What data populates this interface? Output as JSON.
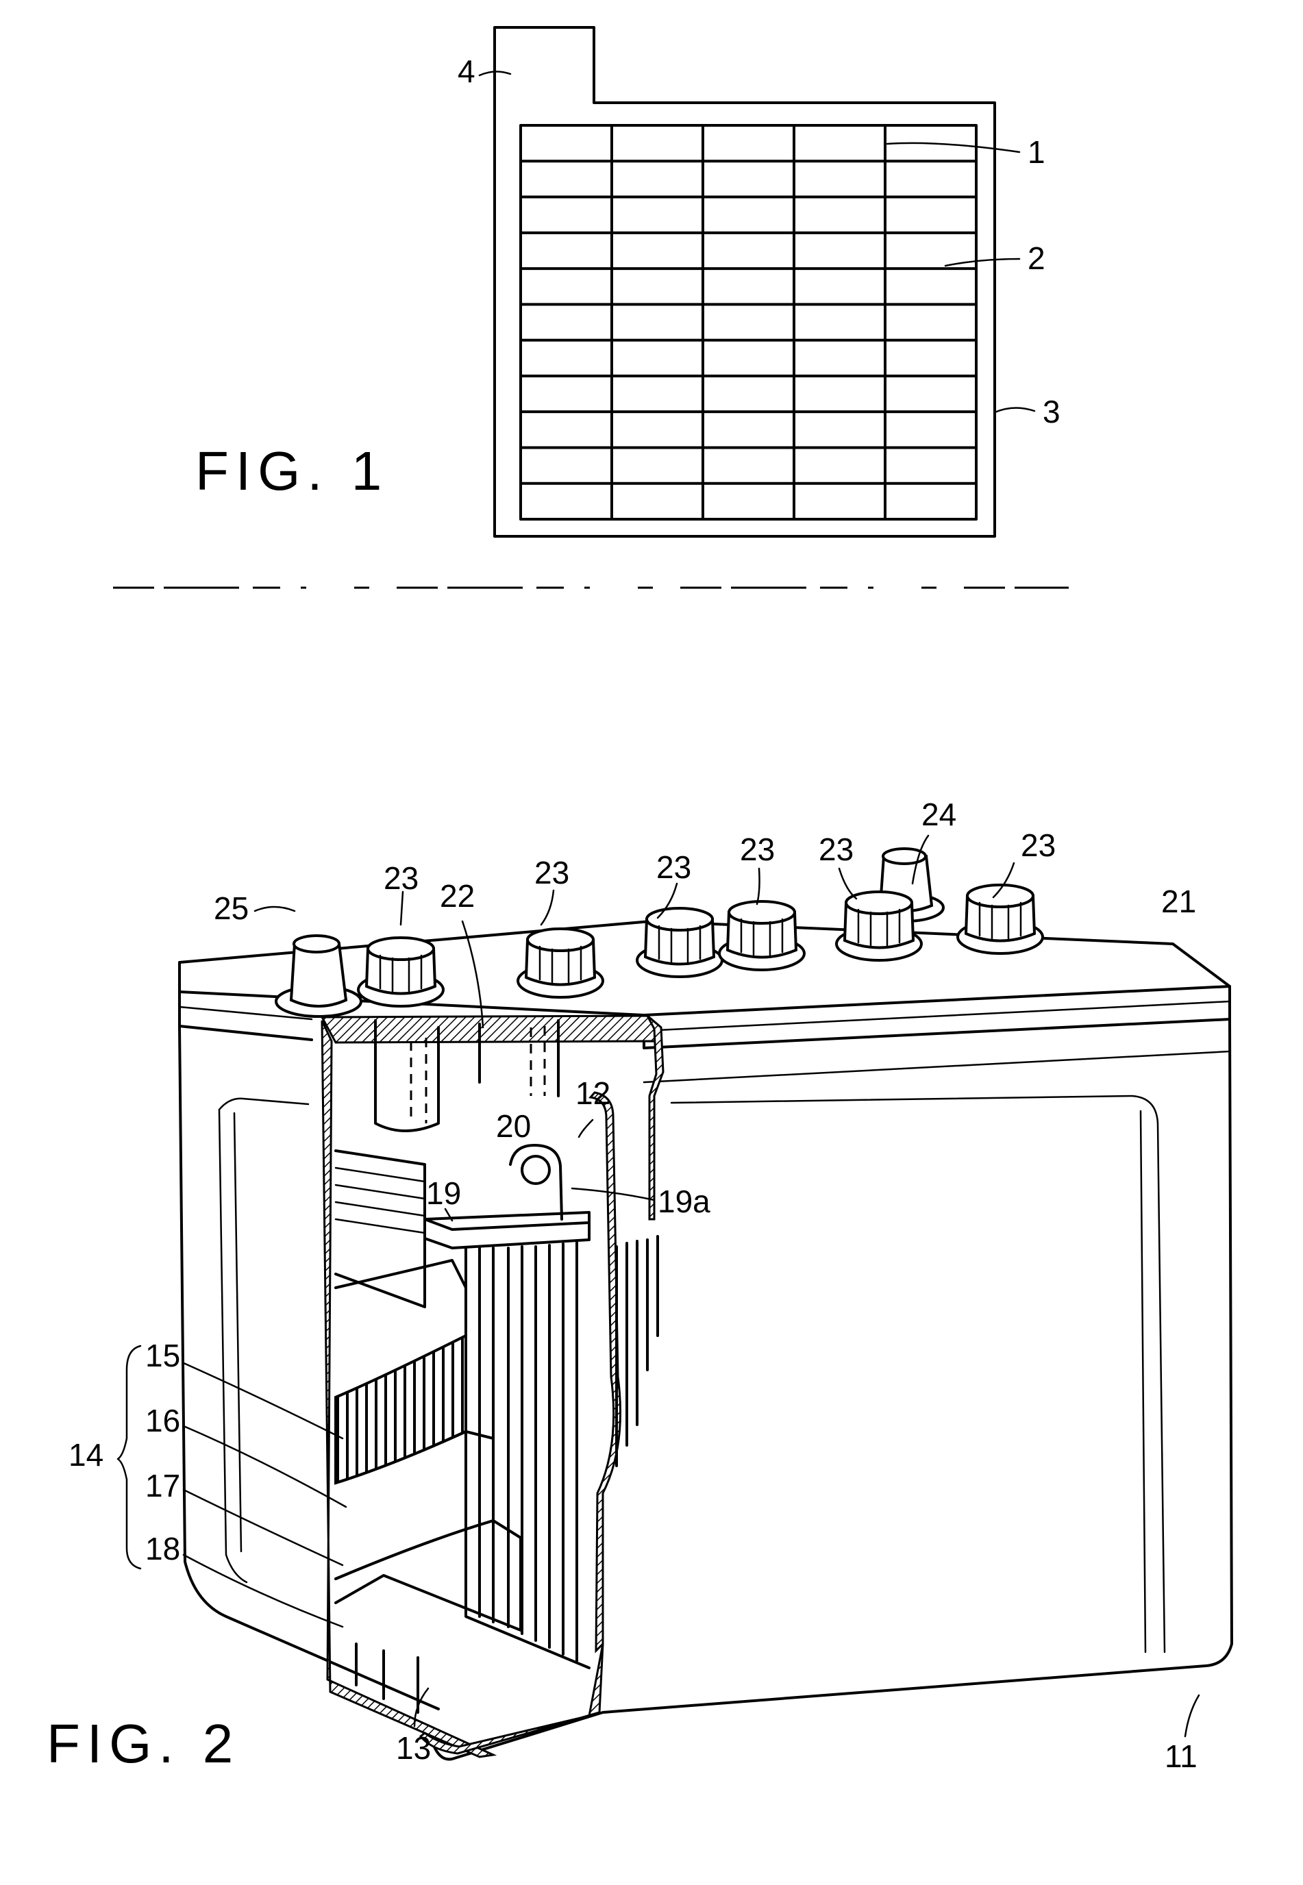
{
  "figures": {
    "fig1": {
      "caption": "FIG. 1",
      "labels": {
        "l1": "1",
        "l2": "2",
        "l3": "3",
        "l4": "4"
      },
      "grid": {
        "rows": 11,
        "columns": 5
      }
    },
    "fig2": {
      "caption": "FIG. 2",
      "labels": {
        "l11": "11",
        "l12": "12",
        "l13": "13",
        "l14": "14",
        "l15": "15",
        "l16": "16",
        "l17": "17",
        "l18": "18",
        "l19": "19",
        "l19a": "19a",
        "l20": "20",
        "l21": "21",
        "l22": "22",
        "l23": "23",
        "l24": "24",
        "l25": "25"
      }
    }
  }
}
